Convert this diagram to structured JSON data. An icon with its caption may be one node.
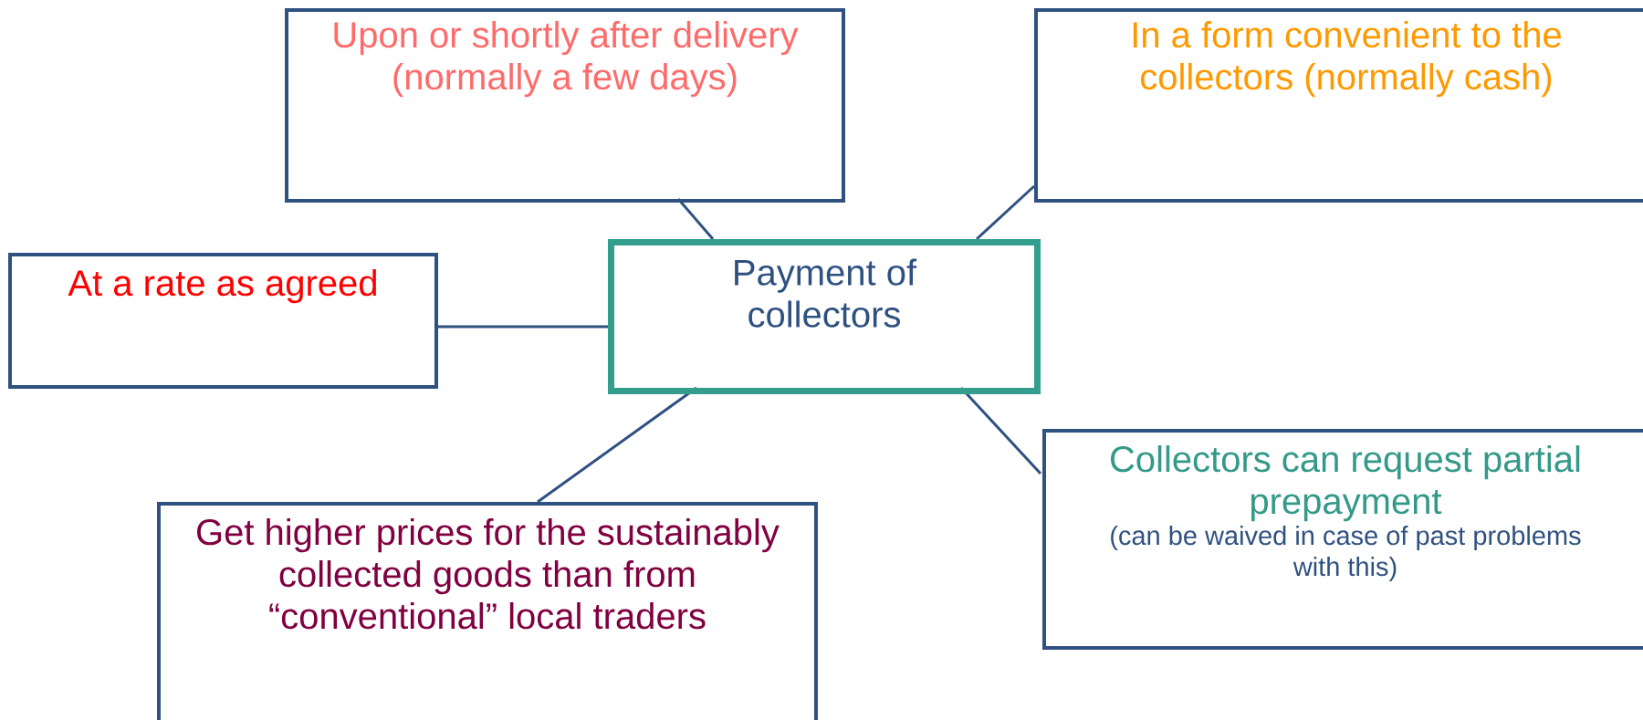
{
  "diagram": {
    "nodes": [
      {
        "text": [
          "Upon or shortly after delivery (normally a few days)"
        ]
      },
      {
        "text": [
          "In a form convenient to the collectors (normally cash)"
        ]
      },
      {
        "text": [
          "At a rate as agreed"
        ]
      },
      {
        "text": [
          "Payment of collectors"
        ]
      },
      {
        "text": [
          "Get higher prices for the sustainably collected goods than from “conventional” local traders"
        ]
      },
      {
        "text": [
          "Collectors can request partial prepayment",
          "(can be waived in case of past problems with this)"
        ]
      }
    ],
    "edges": [
      {
        "from": 3,
        "to": 0,
        "arrow": "none"
      },
      {
        "from": 3,
        "to": 1,
        "arrow": "none"
      },
      {
        "from": 3,
        "to": 2,
        "arrow": "none"
      },
      {
        "from": 3,
        "to": 4,
        "arrow": "none"
      },
      {
        "from": 3,
        "to": 5,
        "arrow": "none"
      }
    ]
  }
}
